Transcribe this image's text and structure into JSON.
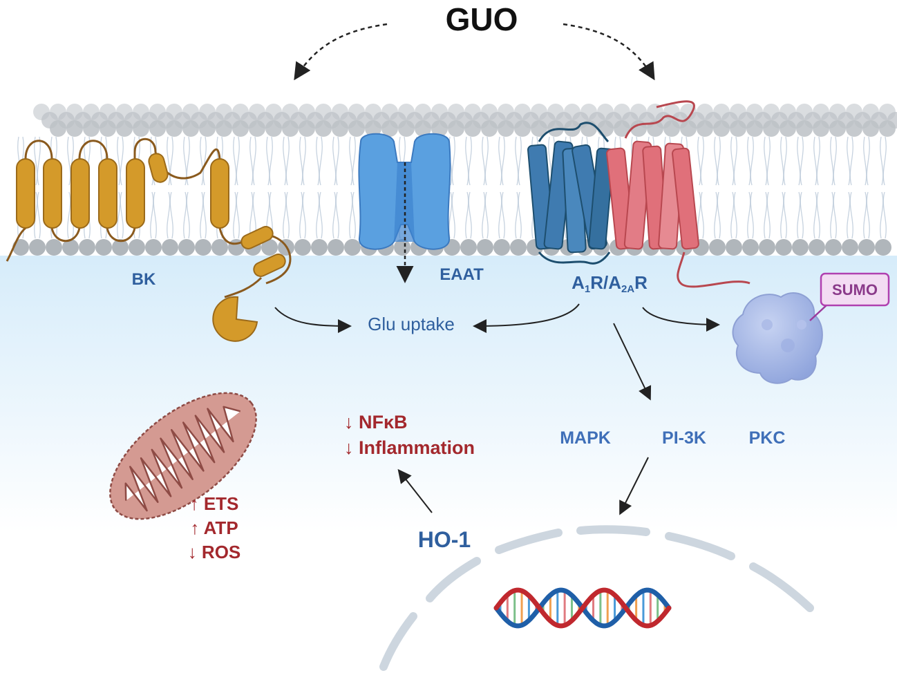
{
  "title": "GUO",
  "receptors": {
    "bk": "BK",
    "eaat": "EAAT",
    "adenosine": {
      "a1_base": "A",
      "a1_sub": "1",
      "mid": "R/A",
      "a2_sub": "2A",
      "end": "R"
    }
  },
  "sumo": "SUMO",
  "glu_uptake": "Glu uptake",
  "kinases": [
    "MAPK",
    "PI-3K",
    "PKC"
  ],
  "inflammation": [
    "↓ NFκB",
    "↓ Inflammation"
  ],
  "ho1": "HO-1",
  "mito_effects": [
    "↑ ETS",
    "↑ ATP",
    "↓ ROS"
  ],
  "colors": {
    "blue_text": "#2f5f9e",
    "red_text": "#a3282d",
    "bk_protein": "#d49a2a",
    "eaat": "#5aa0e0",
    "a1r": "#3f7bb0",
    "a2ar": "#e0707a",
    "sumo_border": "#b040b0",
    "mito": "#d49a92",
    "membrane_head": "#b9bec3"
  },
  "icons": [
    "dna-icon",
    "mitochondrion-icon",
    "sumo-protein-icon",
    "nuclear-envelope-icon"
  ]
}
